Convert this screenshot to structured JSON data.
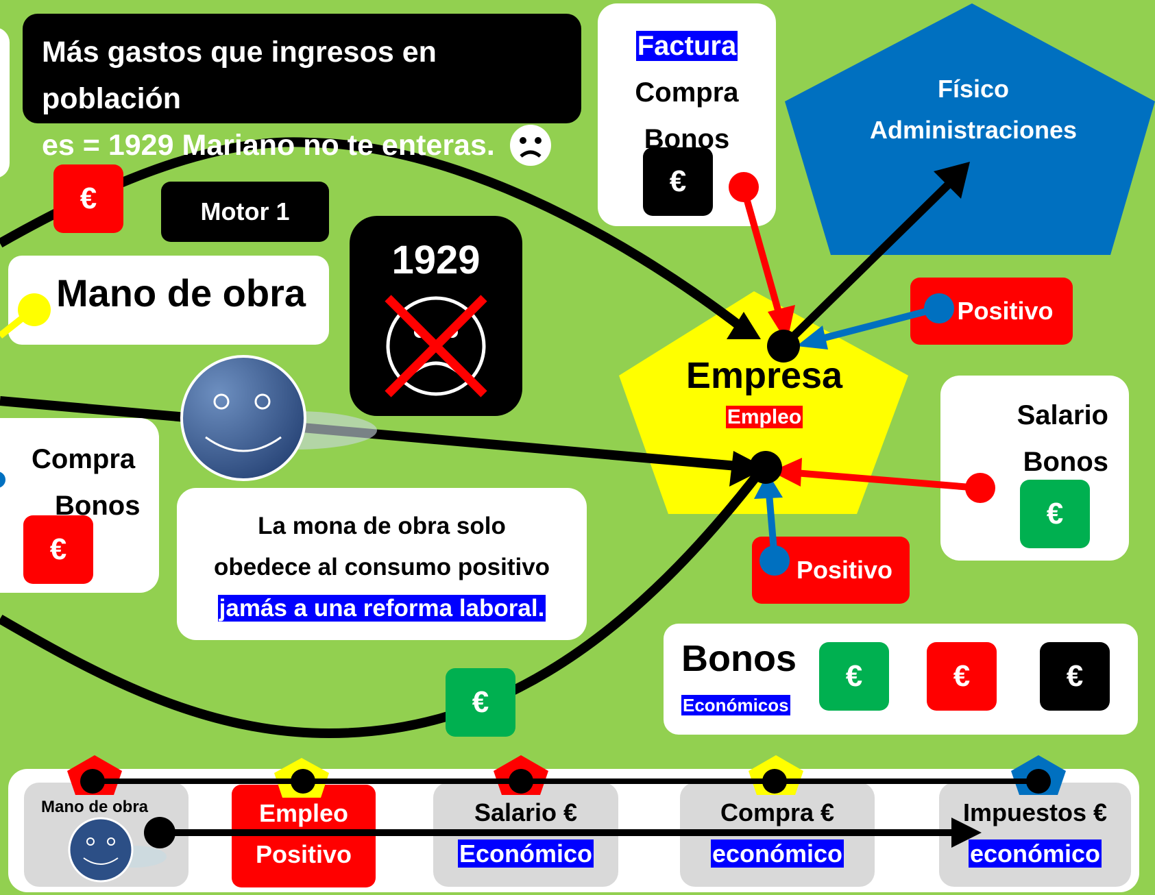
{
  "header": {
    "line1": "Más gastos que ingresos en población",
    "line2": "es = 1929 Mariano no te enteras."
  },
  "factura": {
    "title": "Factura",
    "line1": "Compra",
    "line2": "Bonos"
  },
  "admin": {
    "line1": "Físico",
    "line2": "Administraciones"
  },
  "motor": "Motor 1",
  "crash": {
    "year": "1929"
  },
  "mano_de_obra": "Mano de obra",
  "compra_left": {
    "line1": "Compra",
    "line2": "Bonos"
  },
  "empresa": {
    "title": "Empresa",
    "sub": "Empleo"
  },
  "positivo_top": "Positivo",
  "positivo_bottom": "Positivo",
  "salario_box": {
    "line1": "Salario",
    "line2": "Bonos"
  },
  "note": {
    "line1": "La mona de obra solo",
    "line2": "obedece al consumo positivo",
    "line3": "jamás a una reforma laboral."
  },
  "bonos_legend": {
    "title": "Bonos",
    "sub": "Económicos"
  },
  "euro": "€",
  "bottom_flow": [
    {
      "line1": "Mano de obra",
      "line2": ""
    },
    {
      "line1": "Empleo",
      "line2": "Positivo"
    },
    {
      "line1": "Salario €",
      "line2": "Económico"
    },
    {
      "line1": "Compra €",
      "line2": "económico"
    },
    {
      "line1": "Impuestos €",
      "line2": "económico"
    }
  ],
  "colors": {
    "background": "#92d050",
    "red": "#ff0000",
    "green": "#00b050",
    "blue": "#0070c0",
    "yellow": "#ffff00",
    "highlight_blue": "#0000ff"
  }
}
